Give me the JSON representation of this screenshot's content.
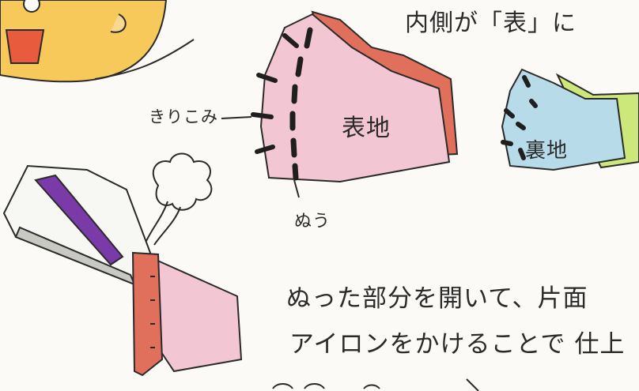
{
  "labels": {
    "top_heading": "内側が「表」に",
    "kirikomi": "きりこみ",
    "omote": "表地",
    "ura": "裏地",
    "nuu": "ぬう"
  },
  "instructions": {
    "line1": "ぬった部分を開いて、片面",
    "line2": "アイロンをかけることで 仕上"
  },
  "colors": {
    "outer_fabric_pink": "#f3c6d3",
    "outer_edge_red": "#e0705c",
    "inner_fabric_blue": "#b7dbe9",
    "inner_edge_green": "#cde87a",
    "iron_body": "#f7f7f4",
    "iron_handle": "#7a3aa8",
    "yellow_circle": "#f6c95a",
    "ink": "#1f1f1f"
  }
}
